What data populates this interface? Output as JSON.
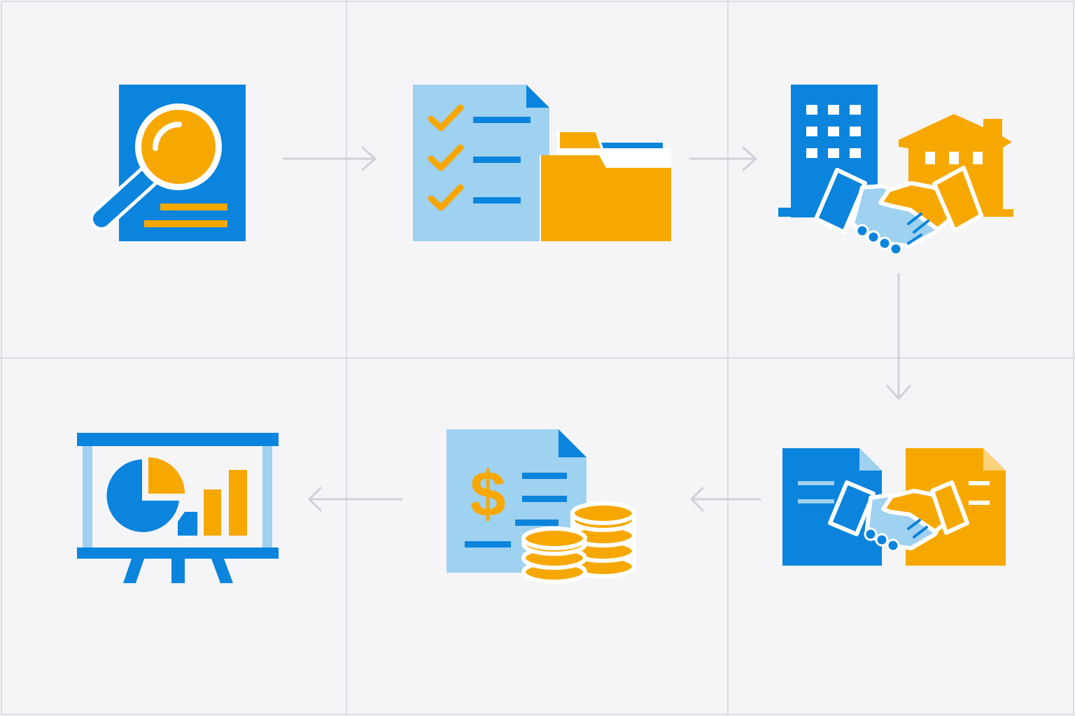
{
  "colors": {
    "background": "#f5f5f8",
    "grid_line": "#dcdde5",
    "arrow": "#cfd0da",
    "primary_blue": "#0a84dc",
    "light_blue": "#9fd1f0",
    "accent_orange": "#f7a800",
    "white": "#ffffff"
  },
  "steps": [
    {
      "id": 1,
      "icon": "document-search-icon"
    },
    {
      "id": 2,
      "icon": "checklist-folder-icon"
    },
    {
      "id": 3,
      "icon": "building-house-handshake-icon"
    },
    {
      "id": 4,
      "icon": "contract-handshake-icon"
    },
    {
      "id": 5,
      "icon": "invoice-coins-icon"
    },
    {
      "id": 6,
      "icon": "presentation-chart-icon"
    }
  ],
  "flow": [
    {
      "from": 1,
      "to": 2,
      "direction": "right"
    },
    {
      "from": 2,
      "to": 3,
      "direction": "right"
    },
    {
      "from": 3,
      "to": 4,
      "direction": "down"
    },
    {
      "from": 4,
      "to": 5,
      "direction": "left"
    },
    {
      "from": 5,
      "to": 6,
      "direction": "left"
    }
  ],
  "invoice_symbol": "$"
}
